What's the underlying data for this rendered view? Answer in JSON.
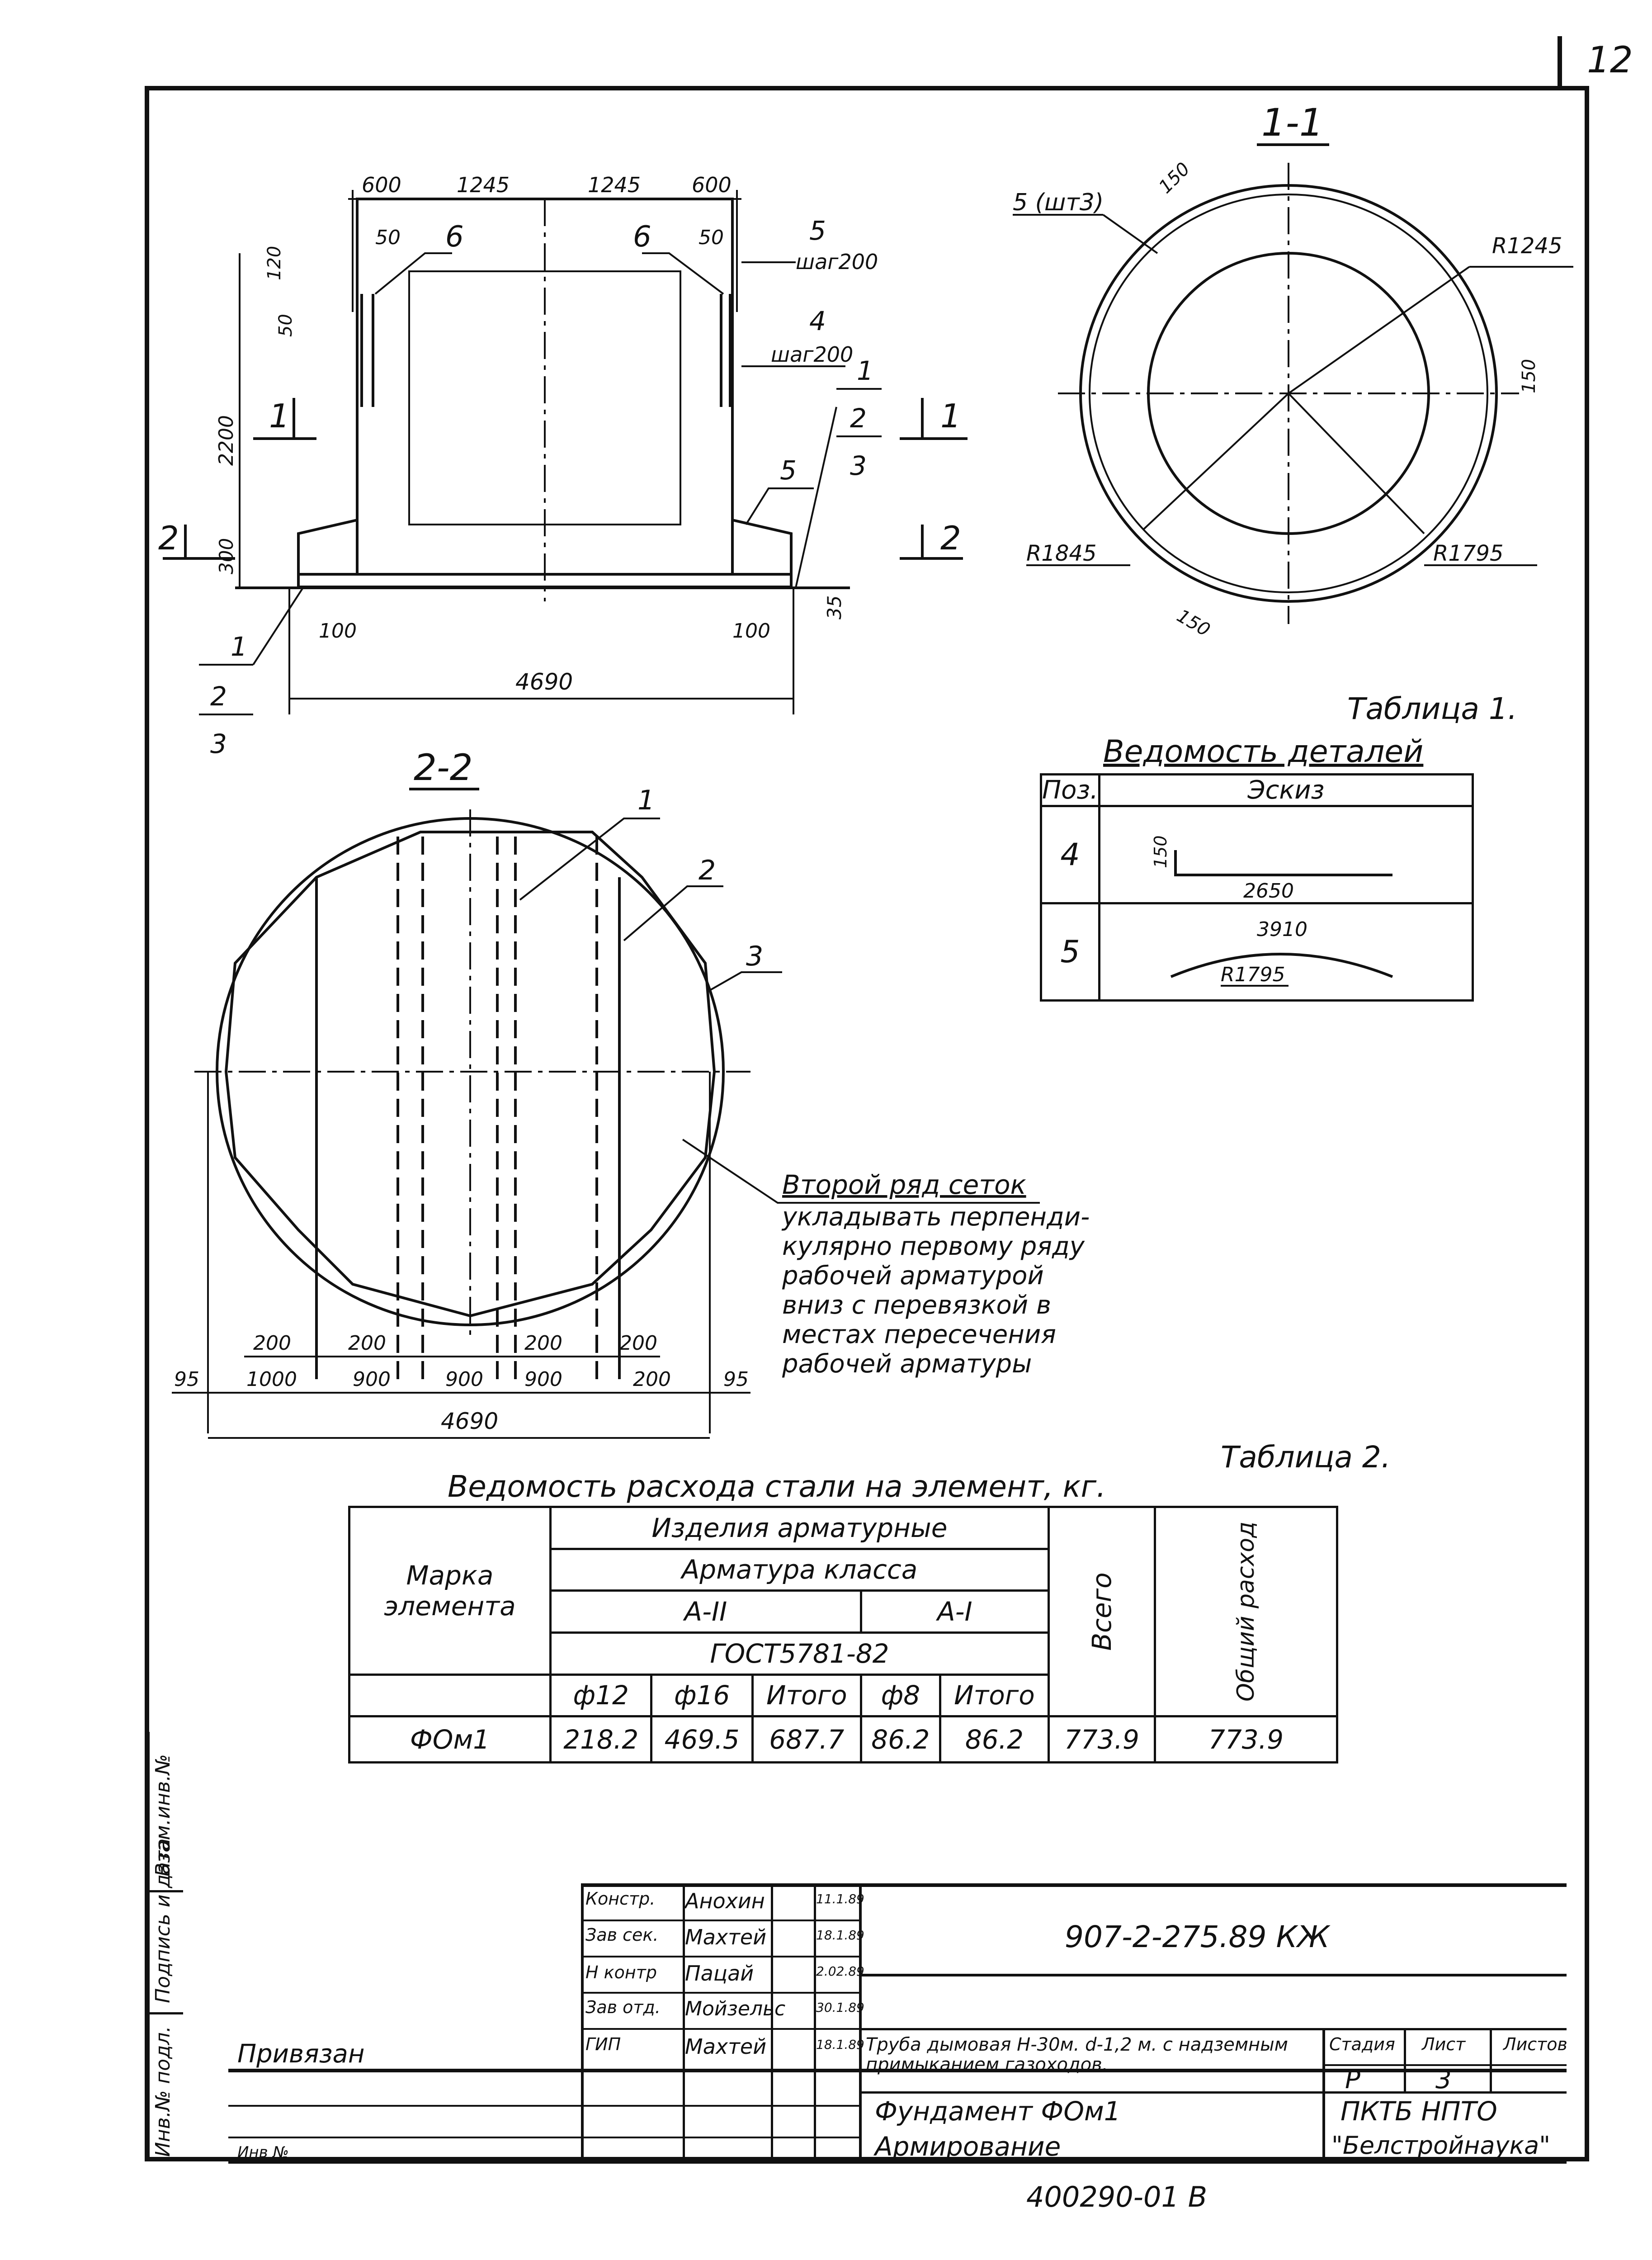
{
  "sheet_number": "12",
  "section_1_1": {
    "label": "1-1",
    "callouts": {
      "rebar_5": "5 (шт3)",
      "dim_150_top": "150",
      "r1245": "R1245",
      "dim_150_right": "150",
      "r1845": "R1845",
      "r1795": "R1795",
      "dim_150_bottom": "150"
    }
  },
  "elevation": {
    "top_dims": [
      "600",
      "1245",
      "1245",
      "600"
    ],
    "dim_50_left": "50",
    "dim_50_right": "50",
    "dim_120": "120",
    "dim_50_v": "50",
    "dim_2200": "2200",
    "dim_300": "300",
    "dim_35": "35",
    "dim_100_left": "100",
    "dim_100_right": "100",
    "dim_total": "4690",
    "pos_6_left": "6",
    "pos_6_right": "6",
    "pos_5_top": "5",
    "step_5": "шаг200",
    "pos_4": "4",
    "step_4": "шаг200",
    "pos_5_lower": "5",
    "stack_right": [
      "1",
      "2",
      "3"
    ],
    "stack_left": [
      "1",
      "2",
      "3"
    ],
    "cut_1_left": "1",
    "cut_1_right": "1",
    "cut_2_left": "2",
    "cut_2_right": "2"
  },
  "section_2_2": {
    "label": "2-2",
    "pos_1": "1",
    "pos_2": "2",
    "pos_3": "3",
    "dims_row1": [
      "200",
      "200",
      "200",
      "200"
    ],
    "dims_row2": [
      "95",
      "1000",
      "900",
      "900",
      "900",
      "200",
      "95"
    ],
    "dim_total": "4690",
    "note": [
      "Второй ряд сеток",
      "укладывать перпенди-",
      "кулярно первому ряду",
      "рабочей арматурой",
      "вниз с перевязкой в",
      "местах пересечения",
      "рабочей арматуры"
    ]
  },
  "table1": {
    "caption": "Таблица 1.",
    "title": "Ведомость деталей",
    "headers": [
      "Поз.",
      "Эскиз"
    ],
    "rows": [
      {
        "pos": "4",
        "sketch_dims": [
          "150",
          "2650"
        ]
      },
      {
        "pos": "5",
        "sketch_dims": [
          "3910",
          "R1795"
        ]
      }
    ]
  },
  "table2": {
    "caption": "Таблица 2.",
    "title": "Ведомость расхода стали на элемент, кг.",
    "headers": {
      "mark": "Марка элемента",
      "products": "Изделия арматурные",
      "rebar_class": "Арматура класса",
      "a2": "А-II",
      "a1": "А-I",
      "gost": "ГОСТ5781-82",
      "total": "Всего",
      "overall": "Общий расход",
      "sub": [
        "ф12",
        "ф16",
        "Итого",
        "ф8",
        "Итого"
      ]
    },
    "rows": [
      {
        "mark": "ФОм1",
        "values": [
          "218.2",
          "469.5",
          "687.7",
          "86.2",
          "86.2",
          "773.9",
          "773.9"
        ]
      }
    ]
  },
  "title_block": {
    "staff": [
      {
        "role": "Констр.",
        "name": "Анохин",
        "date": "11.1.89"
      },
      {
        "role": "Зав сек.",
        "name": "Махтей",
        "date": "18.1.89"
      },
      {
        "role": "Н контр",
        "name": "Пацай",
        "date": "2.02.89"
      },
      {
        "role": "Зав отд.",
        "name": "Мойзельс",
        "date": "30.1.89"
      },
      {
        "role": "ГИП",
        "name": "Махтей",
        "date": "18.1.89"
      }
    ],
    "doc_code": "907-2-275.89 КЖ",
    "bound": "Привязан",
    "inv": "Инв №",
    "project": "Труба дымовая Н-30м. d-1,2 м. с надземным примыканием газоходов.",
    "stage_label": "Стадия",
    "sheet_label": "Лист",
    "sheets_label": "Листов",
    "stage": "Р",
    "sheet": "3",
    "sheet_title": [
      "Фундамент ФОм1",
      "Армирование"
    ],
    "org": [
      "ПКТБ НПТО",
      "\"Белстройнаука\""
    ],
    "archive_no": "400290-01 В",
    "side_labels": [
      "Инв.№ подл.",
      "Подпись и дата",
      "Взам.инв.№"
    ]
  }
}
